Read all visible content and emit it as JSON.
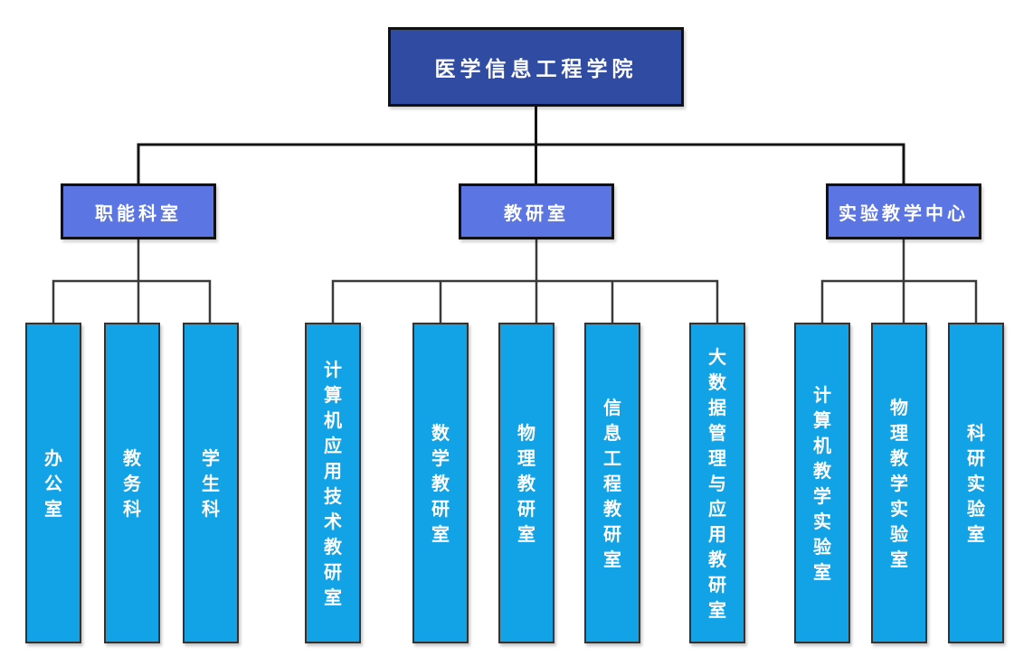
{
  "org": {
    "root": {
      "label": "医学信息工程学院"
    },
    "branches": [
      {
        "label": "职能科室",
        "children": [
          {
            "label": "办公室"
          },
          {
            "label": "教务科"
          },
          {
            "label": "学生科"
          }
        ]
      },
      {
        "label": "教研室",
        "children": [
          {
            "label": "计算机应用技术教研室"
          },
          {
            "label": "数学教研室"
          },
          {
            "label": "物理教研室"
          },
          {
            "label": "信息工程教研室"
          },
          {
            "label": "大数据管理与应用教研室"
          }
        ]
      },
      {
        "label": "实验教学中心",
        "children": [
          {
            "label": "计算机教学实验室"
          },
          {
            "label": "物理教学实验室"
          },
          {
            "label": "科研实验室"
          }
        ]
      }
    ]
  },
  "colors": {
    "background": "#ffffff",
    "root_fill": "#2F4BA2",
    "branch_fill": "#5B75E2",
    "leaf_fill": "#12A2E6",
    "node_border": "#111111",
    "leaf_border": "#333333",
    "line_level1": "#141414",
    "line_level2": "#3A3A3A",
    "text": "#ffffff"
  }
}
